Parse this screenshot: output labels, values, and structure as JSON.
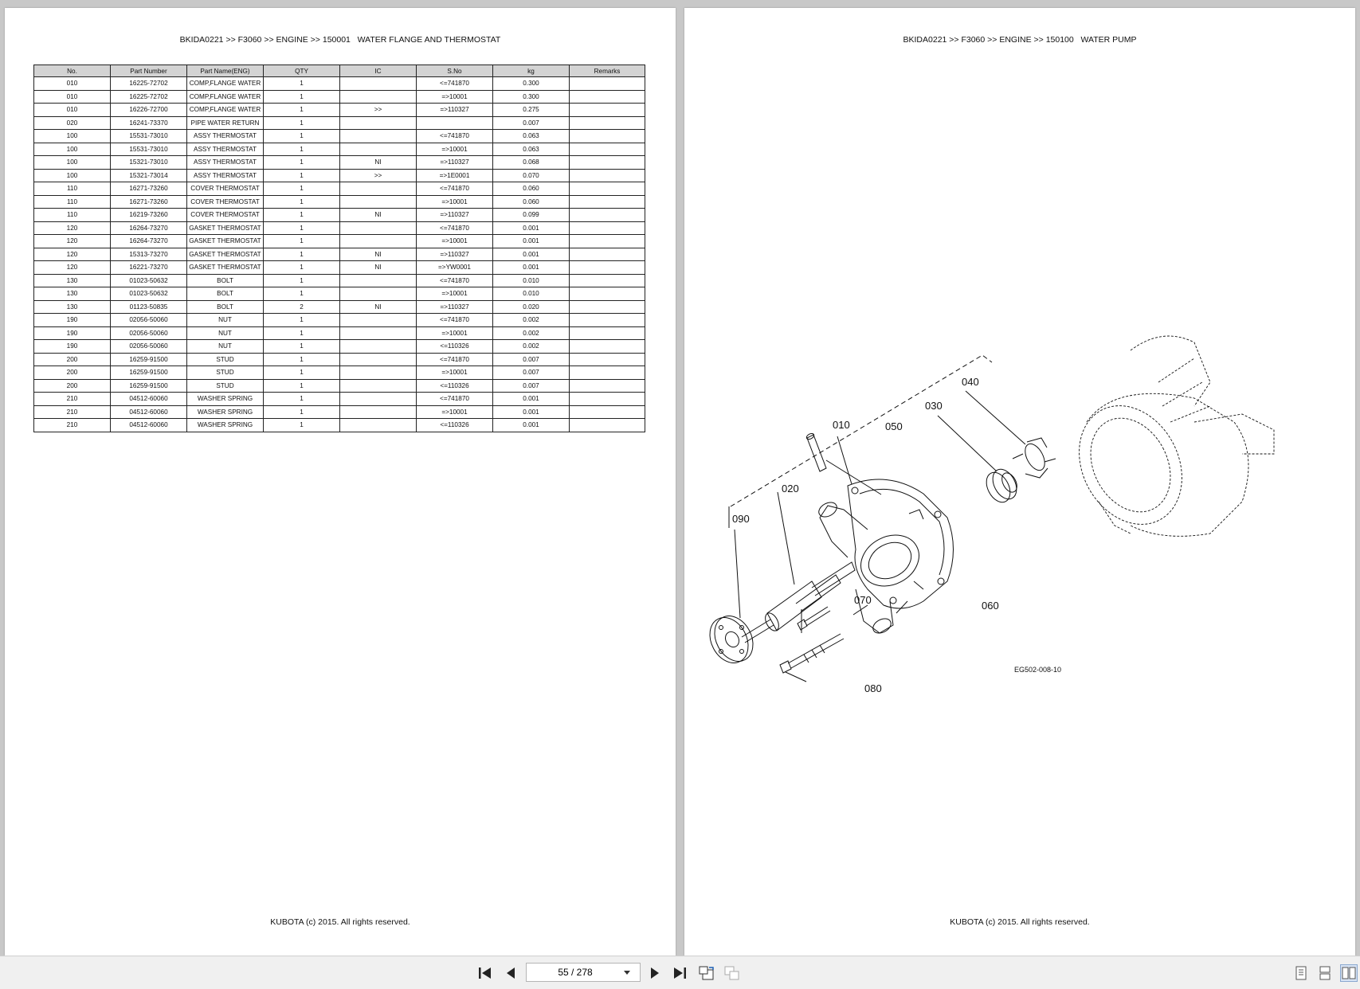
{
  "viewer": {
    "page_indicator": "55 / 278"
  },
  "left_page": {
    "header": "BKIDA0221 >> F3060 >> ENGINE >> 150001   WATER FLANGE AND THERMOSTAT",
    "footer": "KUBOTA (c) 2015. All rights reserved.",
    "columns": [
      "No.",
      "Part Number",
      "Part Name(ENG)",
      "QTY",
      "IC",
      "S.No",
      "kg",
      "Remarks"
    ],
    "rows": [
      {
        "no": "010",
        "part": "16225-72702",
        "name": "COMP,FLANGE WATER",
        "qty": "1",
        "ic": "",
        "sno": "<=741870",
        "kg": "0.300",
        "rem": ""
      },
      {
        "no": "010",
        "part": "16225-72702",
        "name": "COMP,FLANGE WATER",
        "qty": "1",
        "ic": "",
        "sno": "=>10001",
        "kg": "0.300",
        "rem": ""
      },
      {
        "no": "010",
        "part": "16226-72700",
        "name": "COMP,FLANGE WATER",
        "qty": "1",
        "ic": ">>",
        "sno": "=>110327",
        "kg": "0.275",
        "rem": ""
      },
      {
        "no": "020",
        "part": "16241-73370",
        "name": "PIPE WATER RETURN",
        "qty": "1",
        "ic": "",
        "sno": "",
        "kg": "0.007",
        "rem": ""
      },
      {
        "no": "100",
        "part": "15531-73010",
        "name": "ASSY THERMOSTAT",
        "qty": "1",
        "ic": "",
        "sno": "<=741870",
        "kg": "0.063",
        "rem": ""
      },
      {
        "no": "100",
        "part": "15531-73010",
        "name": "ASSY THERMOSTAT",
        "qty": "1",
        "ic": "",
        "sno": "=>10001",
        "kg": "0.063",
        "rem": ""
      },
      {
        "no": "100",
        "part": "15321-73010",
        "name": "ASSY THERMOSTAT",
        "qty": "1",
        "ic": "NI",
        "sno": "=>110327",
        "kg": "0.068",
        "rem": ""
      },
      {
        "no": "100",
        "part": "15321-73014",
        "name": "ASSY THERMOSTAT",
        "qty": "1",
        "ic": ">>",
        "sno": "=>1E0001",
        "kg": "0.070",
        "rem": ""
      },
      {
        "no": "110",
        "part": "16271-73260",
        "name": "COVER THERMOSTAT",
        "qty": "1",
        "ic": "",
        "sno": "<=741870",
        "kg": "0.060",
        "rem": ""
      },
      {
        "no": "110",
        "part": "16271-73260",
        "name": "COVER THERMOSTAT",
        "qty": "1",
        "ic": "",
        "sno": "=>10001",
        "kg": "0.060",
        "rem": ""
      },
      {
        "no": "110",
        "part": "16219-73260",
        "name": "COVER THERMOSTAT",
        "qty": "1",
        "ic": "NI",
        "sno": "=>110327",
        "kg": "0.099",
        "rem": ""
      },
      {
        "no": "120",
        "part": "16264-73270",
        "name": "GASKET THERMOSTAT",
        "qty": "1",
        "ic": "",
        "sno": "<=741870",
        "kg": "0.001",
        "rem": ""
      },
      {
        "no": "120",
        "part": "16264-73270",
        "name": "GASKET THERMOSTAT",
        "qty": "1",
        "ic": "",
        "sno": "=>10001",
        "kg": "0.001",
        "rem": ""
      },
      {
        "no": "120",
        "part": "15313-73270",
        "name": "GASKET THERMOSTAT",
        "qty": "1",
        "ic": "NI",
        "sno": "=>110327",
        "kg": "0.001",
        "rem": ""
      },
      {
        "no": "120",
        "part": "16221-73270",
        "name": "GASKET THERMOSTAT",
        "qty": "1",
        "ic": "NI",
        "sno": "=>YW0001",
        "kg": "0.001",
        "rem": ""
      },
      {
        "no": "130",
        "part": "01023-50632",
        "name": "BOLT",
        "qty": "1",
        "ic": "",
        "sno": "<=741870",
        "kg": "0.010",
        "rem": ""
      },
      {
        "no": "130",
        "part": "01023-50632",
        "name": "BOLT",
        "qty": "1",
        "ic": "",
        "sno": "=>10001",
        "kg": "0.010",
        "rem": ""
      },
      {
        "no": "130",
        "part": "01123-50835",
        "name": "BOLT",
        "qty": "2",
        "ic": "NI",
        "sno": "=>110327",
        "kg": "0.020",
        "rem": ""
      },
      {
        "no": "190",
        "part": "02056-50060",
        "name": "NUT",
        "qty": "1",
        "ic": "",
        "sno": "<=741870",
        "kg": "0.002",
        "rem": ""
      },
      {
        "no": "190",
        "part": "02056-50060",
        "name": "NUT",
        "qty": "1",
        "ic": "",
        "sno": "=>10001",
        "kg": "0.002",
        "rem": ""
      },
      {
        "no": "190",
        "part": "02056-50060",
        "name": "NUT",
        "qty": "1",
        "ic": "",
        "sno": "<=110326",
        "kg": "0.002",
        "rem": ""
      },
      {
        "no": "200",
        "part": "16259-91500",
        "name": "STUD",
        "qty": "1",
        "ic": "",
        "sno": "<=741870",
        "kg": "0.007",
        "rem": ""
      },
      {
        "no": "200",
        "part": "16259-91500",
        "name": "STUD",
        "qty": "1",
        "ic": "",
        "sno": "=>10001",
        "kg": "0.007",
        "rem": ""
      },
      {
        "no": "200",
        "part": "16259-91500",
        "name": "STUD",
        "qty": "1",
        "ic": "",
        "sno": "<=110326",
        "kg": "0.007",
        "rem": ""
      },
      {
        "no": "210",
        "part": "04512-60060",
        "name": "WASHER SPRING",
        "qty": "1",
        "ic": "",
        "sno": "<=741870",
        "kg": "0.001",
        "rem": ""
      },
      {
        "no": "210",
        "part": "04512-60060",
        "name": "WASHER SPRING",
        "qty": "1",
        "ic": "",
        "sno": "=>10001",
        "kg": "0.001",
        "rem": ""
      },
      {
        "no": "210",
        "part": "04512-60060",
        "name": "WASHER SPRING",
        "qty": "1",
        "ic": "",
        "sno": "<=110326",
        "kg": "0.001",
        "rem": ""
      }
    ]
  },
  "right_page": {
    "header": "BKIDA0221 >> F3060 >> ENGINE >> 150100   WATER PUMP",
    "footer": "KUBOTA (c) 2015. All rights reserved.",
    "diagram_code": "EG502-008-10",
    "callouts": {
      "c010": "010",
      "c020": "020",
      "c030": "030",
      "c040": "040",
      "c050": "050",
      "c060": "060",
      "c070": "070",
      "c080": "080",
      "c090": "090"
    }
  },
  "icons": [
    "first-page-icon",
    "prev-page-icon",
    "next-page-icon",
    "last-page-icon",
    "rotate-icon",
    "export-icon",
    "single-page-icon",
    "continuous-page-icon",
    "two-page-icon"
  ]
}
